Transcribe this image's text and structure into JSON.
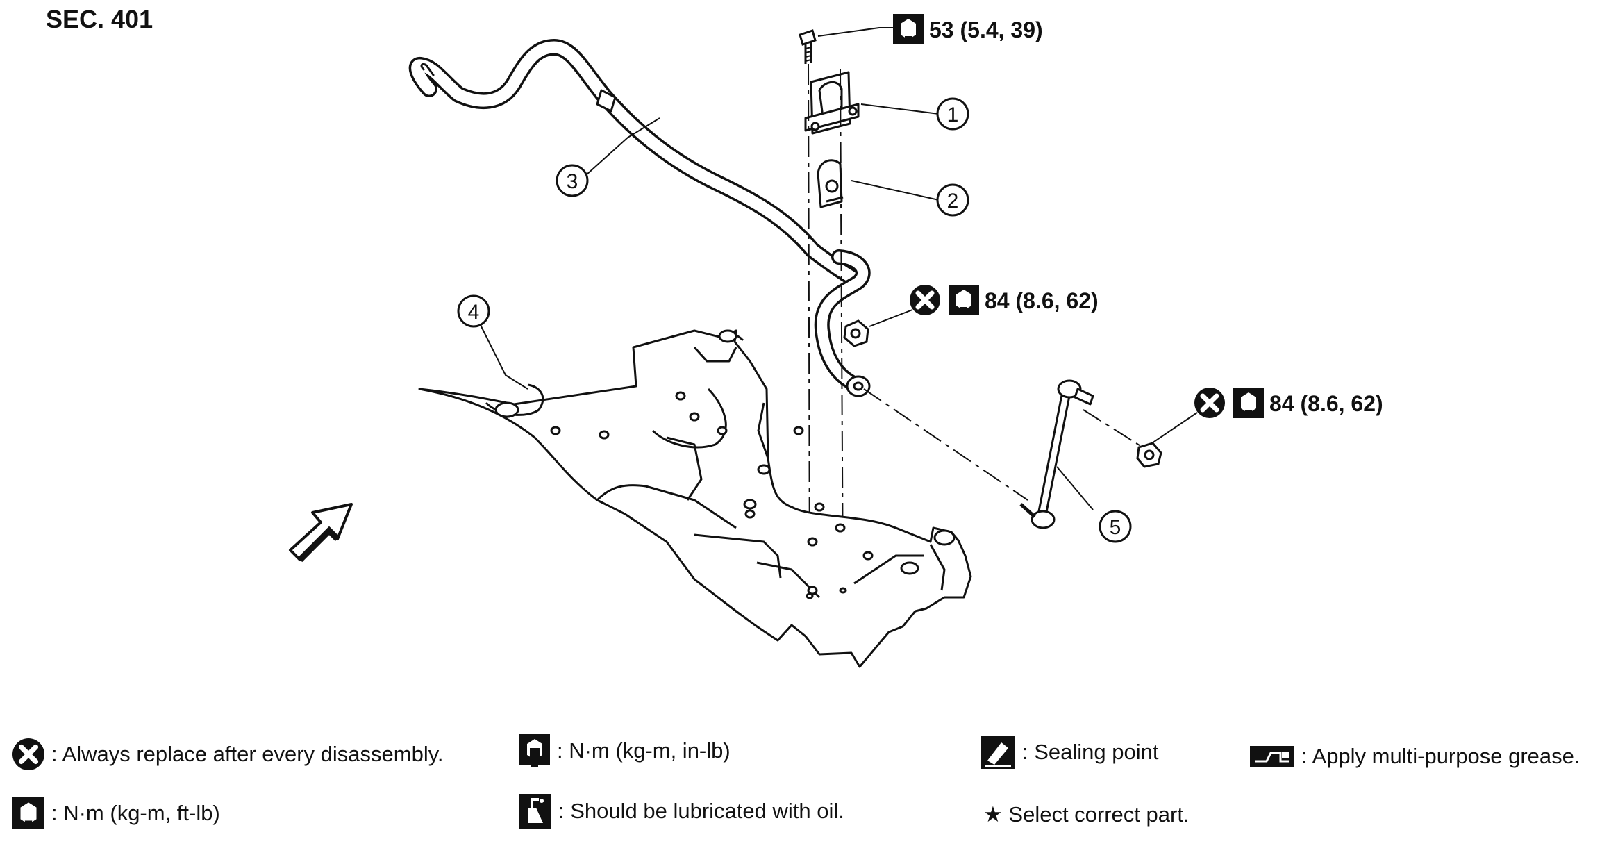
{
  "section_label": "SEC. 401",
  "torque_specs": {
    "mount_bolt": "53 (5.4, 39)",
    "stabilizer_nut": "84 (8.6, 62)",
    "link_nut": "84 (8.6, 62)"
  },
  "callouts": [
    "1",
    "2",
    "3",
    "4",
    "5"
  ],
  "legend": {
    "always_replace": ": Always replace after every disassembly.",
    "torque_in_lb": ": N·m (kg-m, in-lb)",
    "sealing_point": ": Sealing point",
    "grease": ": Apply multi-purpose grease.",
    "torque_ft_lb": ": N·m (kg-m, ft-lb)",
    "lubricate_oil": ": Should be lubricated with oil.",
    "select_part": "★ Select correct part."
  }
}
